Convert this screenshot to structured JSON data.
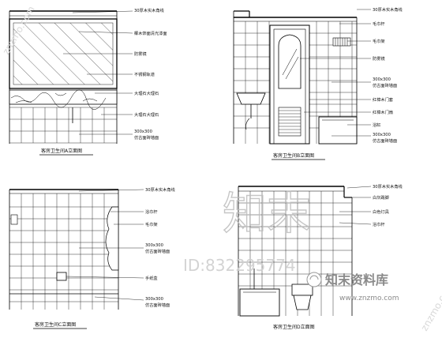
{
  "views": {
    "a": {
      "title": "客房卫生间A立面图",
      "labels": [
        "30厚木实木角线",
        "椰木饰面清光漆面",
        "防雾镜",
        "不锈钢轨道",
        "大理石大理石",
        "大理石大理石",
        "300x300",
        "仿古面砖墙面"
      ]
    },
    "b": {
      "title": "客房卫生间B立面图",
      "labels": [
        "30厚木实木角线",
        "毛巾杆",
        "毛巾架",
        "防雾镜",
        "300x300",
        "仿古面砖墙面",
        "红樟木门套",
        "红樟木门扇",
        "浴缸",
        "300x300",
        "仿古面砖墙面"
      ]
    },
    "c": {
      "title": "客房卫生间C立面图",
      "labels": [
        "30厚木实木角线",
        "浴巾杆",
        "毛巾架",
        "300x300",
        "仿古面砖墙面",
        "手纸盒",
        "300x300",
        "仿古面砖墙面"
      ]
    },
    "d": {
      "title": "客房卫生间D立面图",
      "labels": [
        "30厚木实木角线",
        "白灰踢脚",
        "白色灯具",
        "浴巾杆"
      ]
    }
  },
  "watermark": {
    "logo_text": "知末",
    "id_text": "ID:832295774",
    "brand_cn": "知末资料库",
    "url": "www.znzmo.com",
    "diag_text": "znzmo.com"
  }
}
